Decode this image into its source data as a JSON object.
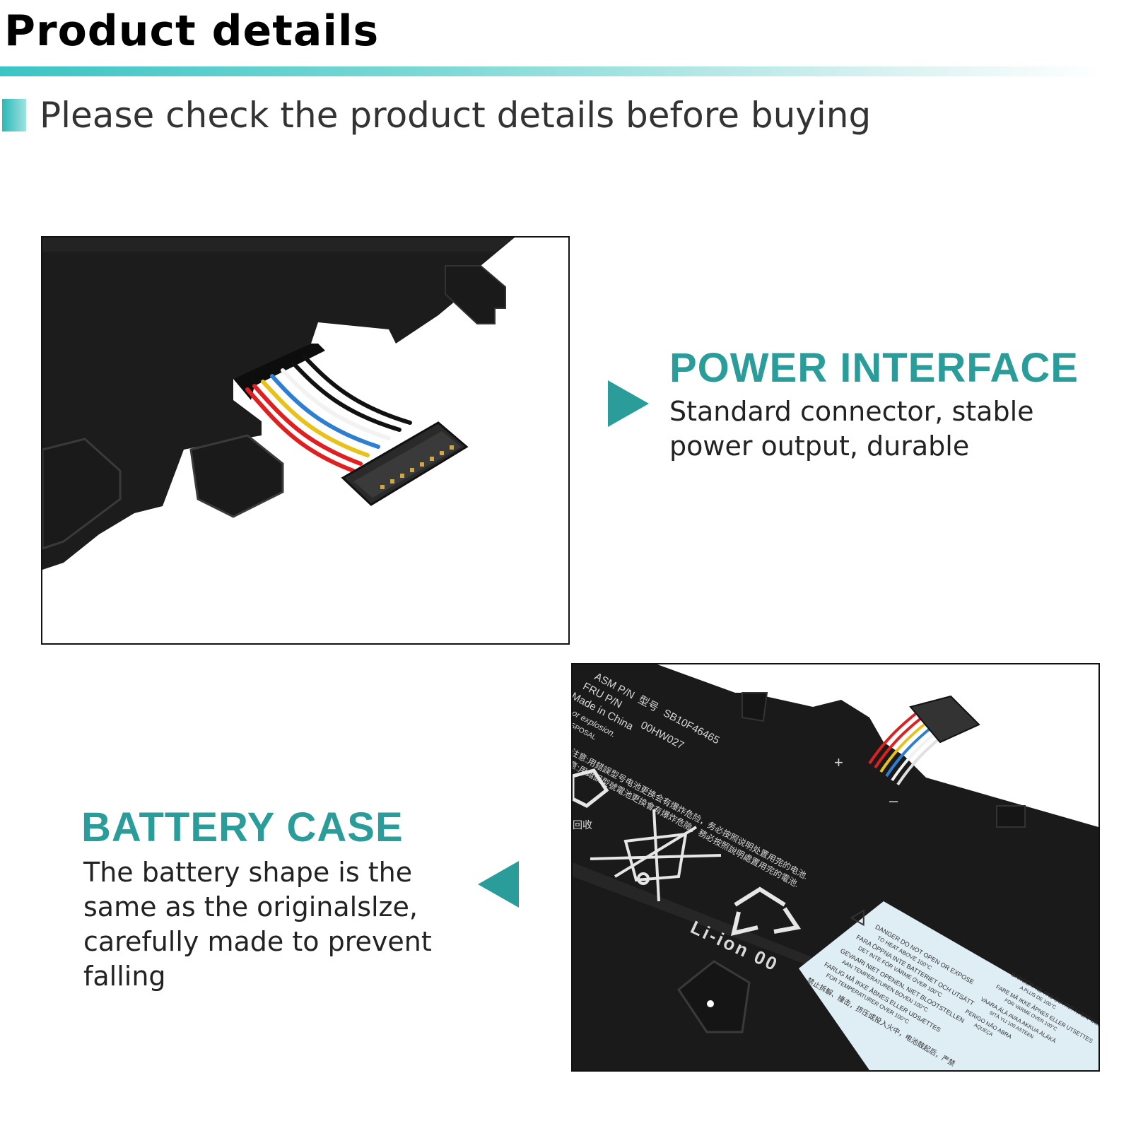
{
  "header": {
    "title": "Product details",
    "subtitle": "Please check the product details before buying"
  },
  "features": {
    "power": {
      "title": "POWER INTERFACE",
      "description": "Standard connector, stable power output, durable"
    },
    "case": {
      "title": "BATTERY CASE",
      "description": "The battery shape is the same as the originalslze, carefully made to prevent falling"
    }
  },
  "battery_label": {
    "asm_pn": "ASM P/N",
    "model_cn": "型号",
    "model_number": "SB10F46465",
    "fru_pn": "FRU P/N",
    "fru_number": "00HW027",
    "origin": "Made in China",
    "fire_warning": "fire or explosion.",
    "disposal": "FOR DISPOSAL",
    "chemistry": "Li-ion 00",
    "plus": "+",
    "minus": "–",
    "warnings": [
      "DANGER  DO NOT OPEN OR EXPOSE",
      "TO HEAT ABOVE 100°C",
      "FARA  ÖPPNA INTE BATTERIET OCH UTSÄTT",
      "DET INTE FÖR VÄRME ÖVER 100°C",
      "GEVAARI  NIET OPENEN, NIET BLOOTSTELLEN",
      "AAN TEMPERATUREN BOVEN 100°C",
      "FARLIG  MÅ IKKE ÅBNES ELLER UDSÆTTES",
      "FOR TEMPERATURER OVER 100°C",
      "禁止拆解、撞击，挤压或投入火中，电池鼓起后，严禁"
    ],
    "warnings_right": [
      "DANGER!  NE PAS OUVRIR NI EXPOSER",
      "A PLUS DE 100°C",
      "FARE  MÅ IKKE ÅPNES ELLER UTSETTES",
      "FOR VARME OVER 100°C",
      "VAARA  ÄLÄ AVAA AKKUA ÄLÄKÄ",
      "SITÄ YLI 100 ASTEEN",
      "PERIGO  NÃO ABRA",
      "AQUEÇA"
    ],
    "cn_line1": "注意:用錯誤型号电池更换会有爆炸危险，务必按照说明处置用完的电池.",
    "cn_line2": "註意:用錯誤型號電池更換會有爆炸危險，務必按照說明處置用完的電池.",
    "recycle_cn": "回收"
  },
  "colors": {
    "accent": "#2a9d9a",
    "battery_body": "#1a1a1a",
    "wire_colors": [
      "#e02020",
      "#e02020",
      "#e8c21a",
      "#2f7fd0",
      "#f2f2f2",
      "#111111",
      "#111111"
    ]
  }
}
